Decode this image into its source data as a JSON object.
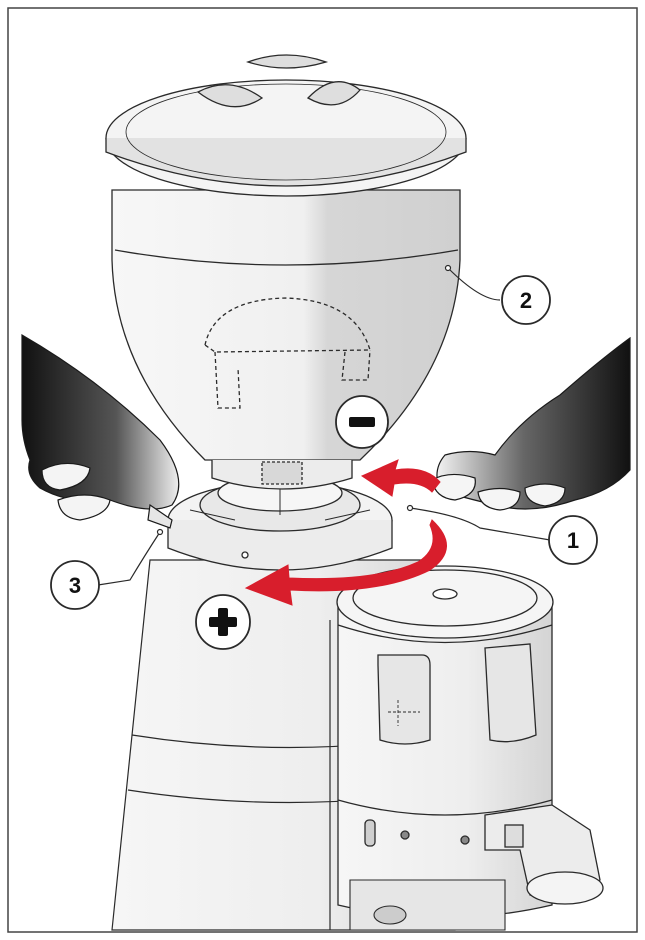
{
  "diagram": {
    "callouts": [
      {
        "id": "callout-1",
        "label": "1"
      },
      {
        "id": "callout-2",
        "label": "2"
      },
      {
        "id": "callout-3",
        "label": "3"
      }
    ],
    "signs": {
      "minus": "-",
      "plus": "+"
    },
    "colors": {
      "arrow": "#d81e2c",
      "line": "#2a2a2a",
      "shade": "#d9d9d9",
      "frame": "#444444"
    }
  }
}
